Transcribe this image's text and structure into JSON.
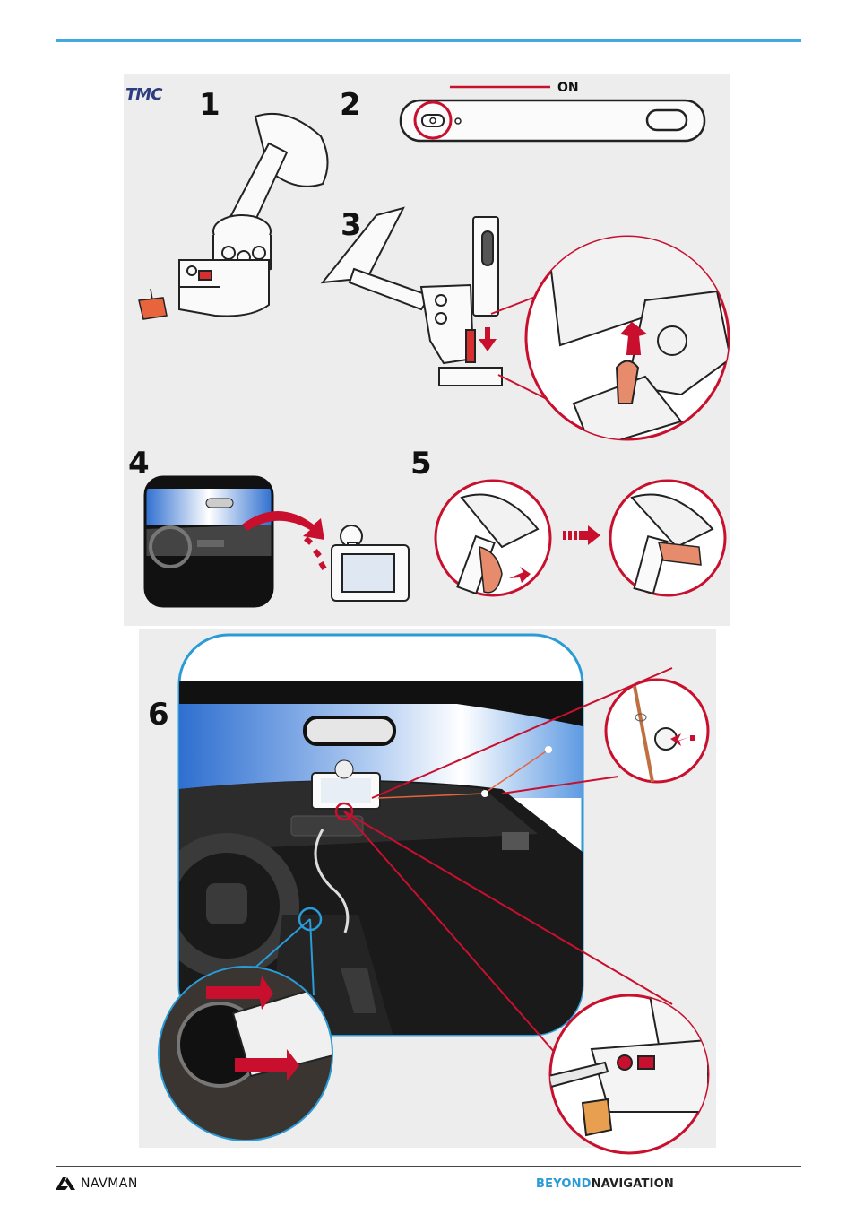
{
  "header": {
    "accent_color": "#3fa9e0"
  },
  "badge": {
    "text": "TMC"
  },
  "steps": [
    {
      "number": "1"
    },
    {
      "number": "2"
    },
    {
      "number": "3"
    },
    {
      "number": "4"
    },
    {
      "number": "5"
    },
    {
      "number": "6"
    }
  ],
  "step2": {
    "power_label": "ON"
  },
  "footer": {
    "brand": "NAVMAN",
    "tagline_part1": "BEYOND",
    "tagline_part2": "NAVIGATION"
  },
  "colors": {
    "highlight_red": "#c8102e",
    "sky_blue": "#3f86d9",
    "frame_blue": "#2a9bd7"
  }
}
